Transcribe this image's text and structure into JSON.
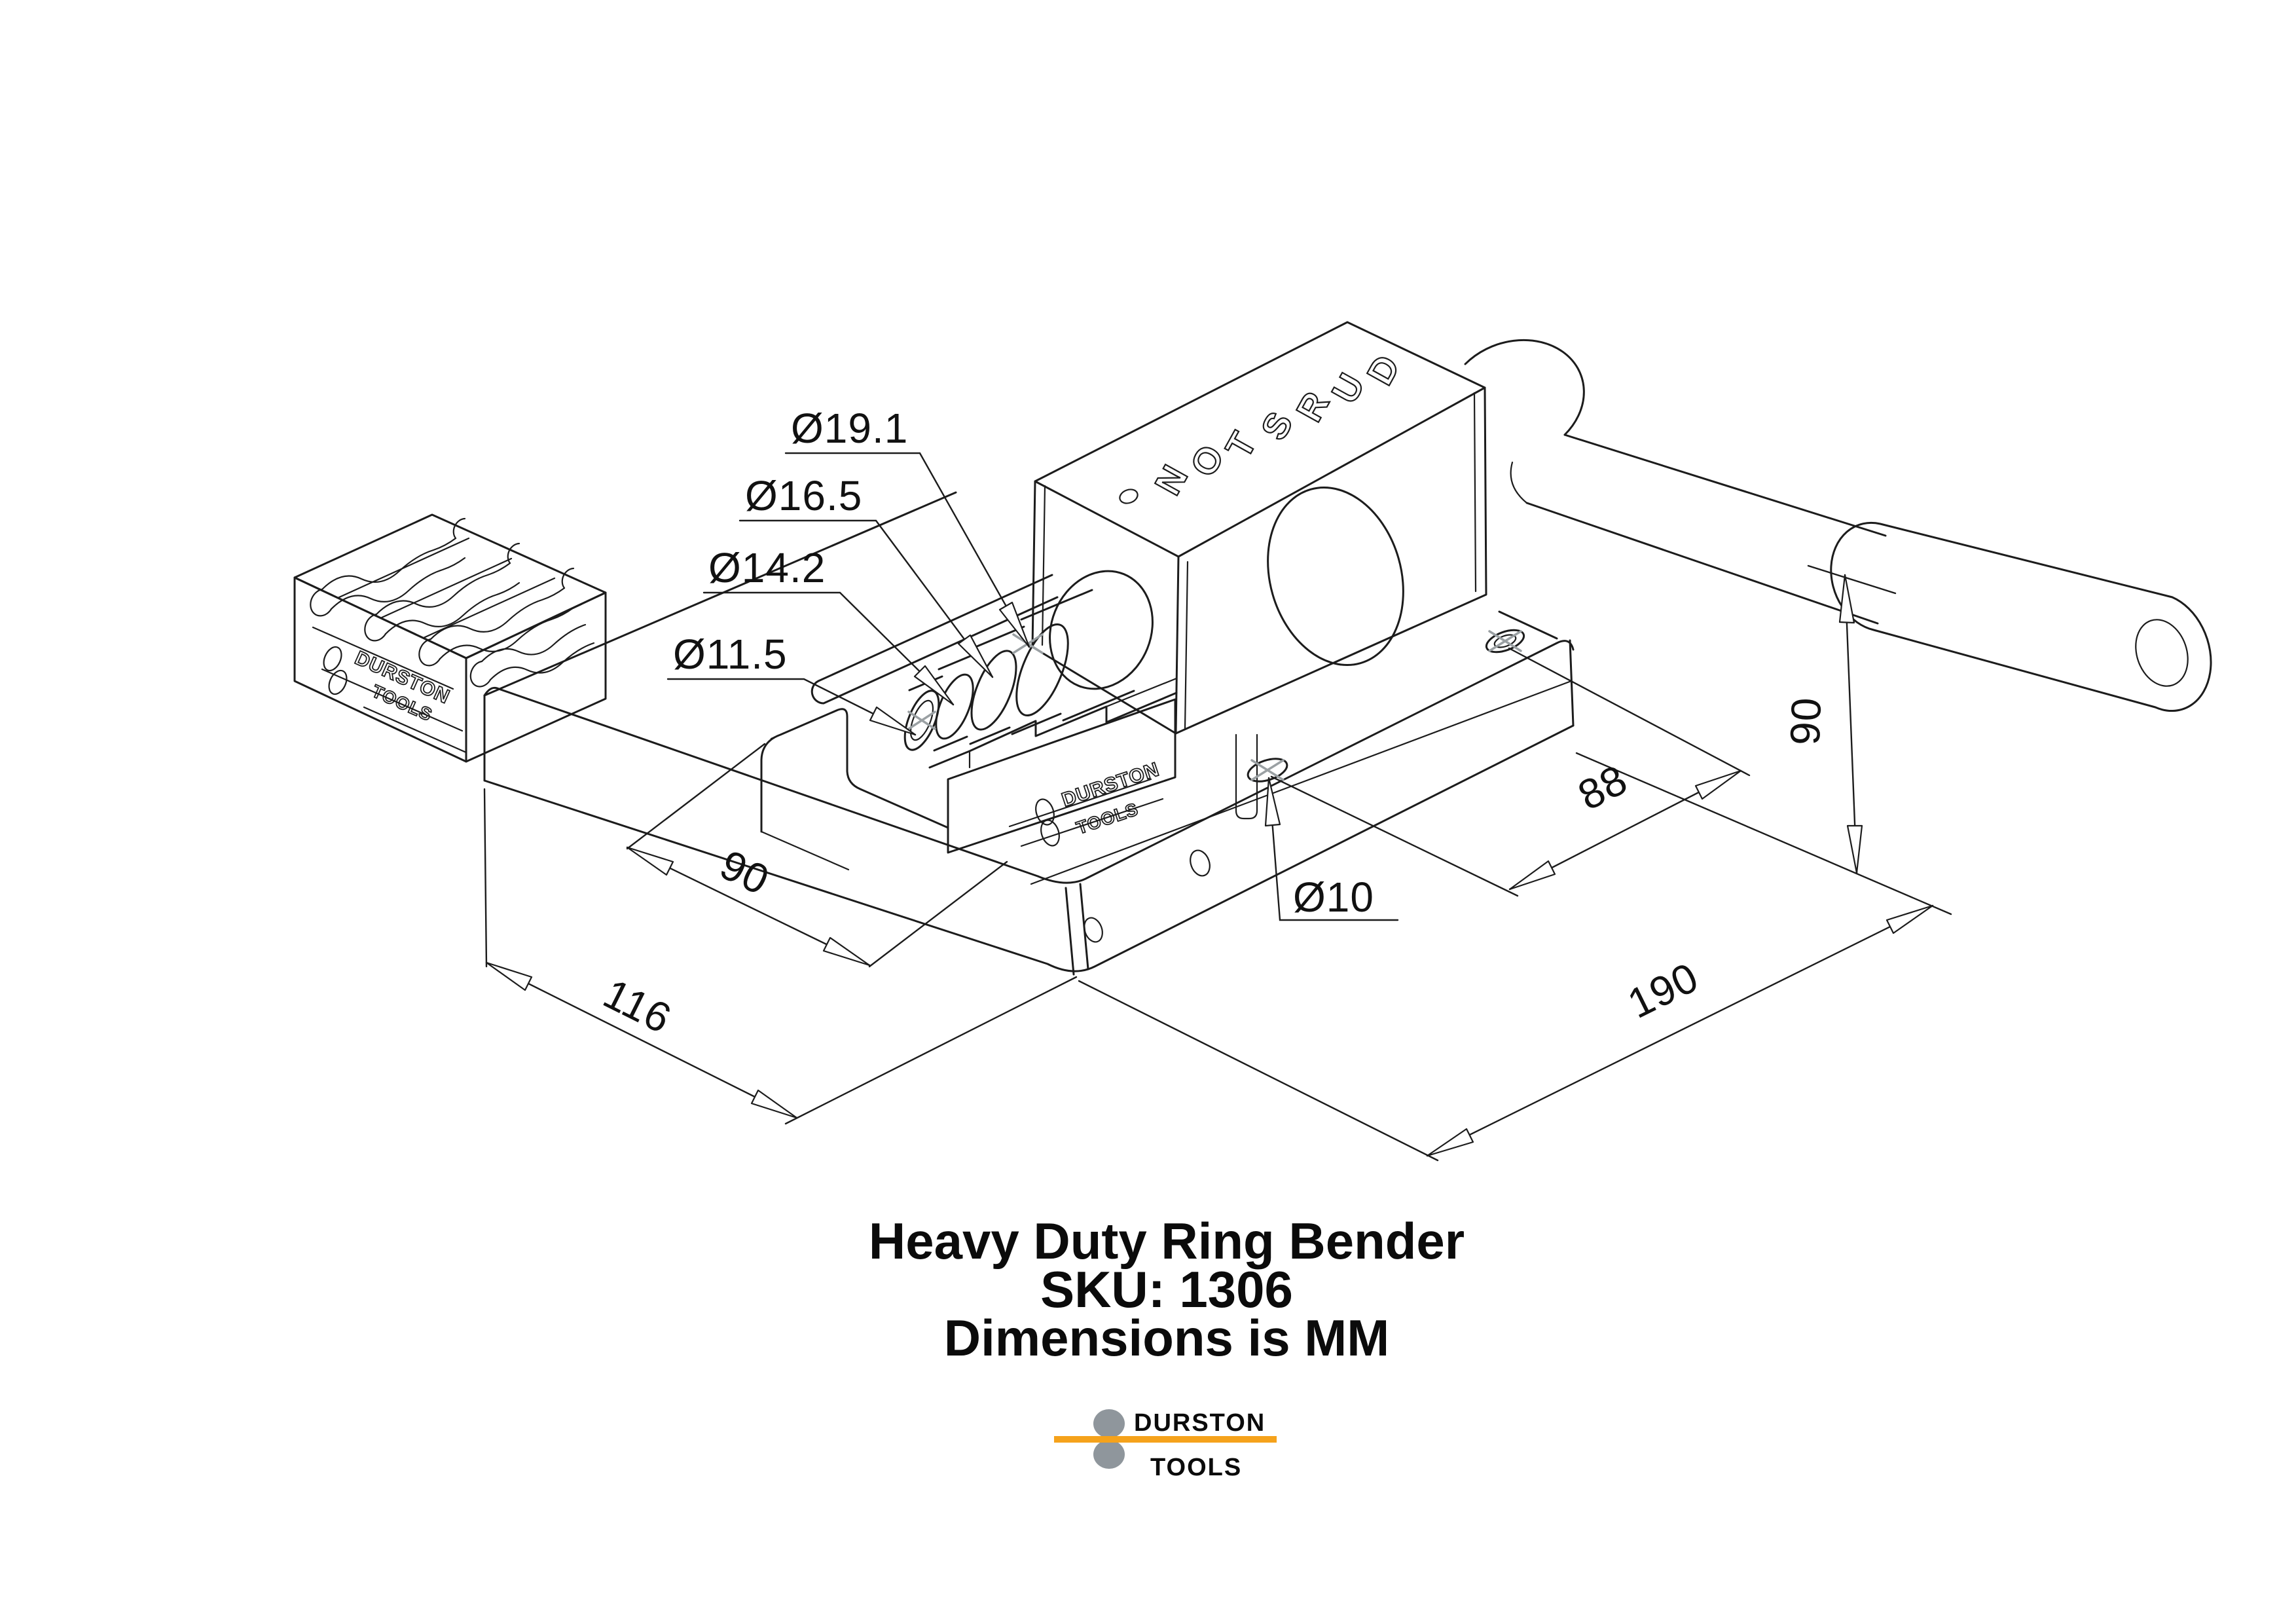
{
  "part": {
    "title": "Heavy Duty Ring Bender",
    "sku_line": "SKU: 1306",
    "units_line": "Dimensions is MM"
  },
  "annotations": {
    "diameters": {
      "step_large": "Ø19.1",
      "step_2": "Ø16.5",
      "step_3": "Ø14.2",
      "step_small": "Ø11.5",
      "base_hole": "Ø10"
    },
    "linear": {
      "die_width": "90",
      "base_width": "116",
      "hole_spacing": "88",
      "base_length": "190",
      "handle_height": "90"
    }
  },
  "branding": {
    "embossed_letters": [
      "D",
      "U",
      "R",
      "S",
      "T",
      "O",
      "N"
    ],
    "logo_small": {
      "line1": "DURSTON",
      "line2": "TOOLS"
    },
    "logo_footer": {
      "top": "DURSTON",
      "bottom": "TOOLS"
    }
  },
  "colors": {
    "line": "#1c1c1c",
    "accent_orange": "#F5A21B",
    "logo_gray": "#8F969C",
    "marker_gray": "#9AA0A3",
    "background": "#FFFFFF"
  }
}
